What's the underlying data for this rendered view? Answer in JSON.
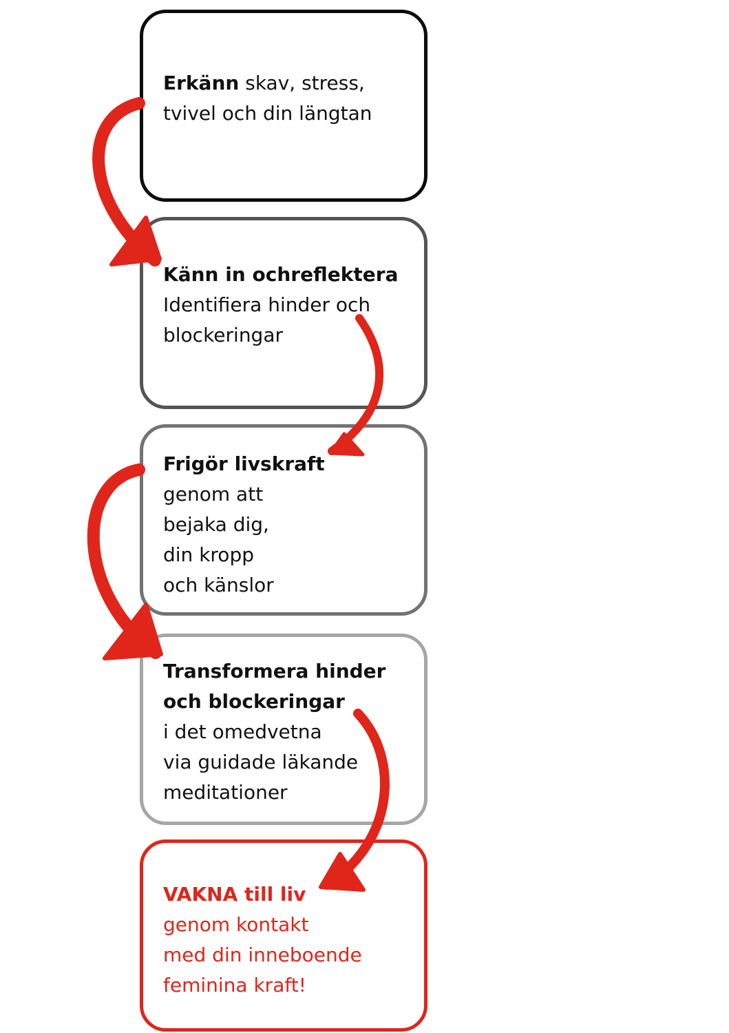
{
  "colors": {
    "accent": "#e0251b",
    "text": "#111111",
    "box_borders": [
      "#0d0d0d",
      "#545454",
      "#737373",
      "#a6a6a6",
      "#e0251b"
    ]
  },
  "steps": [
    {
      "title": "Erkänn",
      "title_suffix": " skav, stress,",
      "lines": [
        "tvivel och din längtan"
      ]
    },
    {
      "title": "Känn in ochreflektera",
      "lines": [
        "Identifiera hinder och",
        "blockeringar"
      ]
    },
    {
      "title": "Frigör livskraft",
      "lines": [
        "genom att",
        "bejaka dig,",
        "din kropp",
        "och känslor"
      ]
    },
    {
      "title_lines": [
        "Transformera hinder",
        "och blockeringar"
      ],
      "lines": [
        "i det omedvetna",
        "via guidade läkande",
        "meditationer"
      ]
    },
    {
      "title": "VAKNA till liv",
      "lines": [
        "genom kontakt",
        "med din inneboende",
        "feminina kraft!"
      ]
    }
  ],
  "arrows": [
    {
      "from": "step-1",
      "to": "step-2",
      "side": "left",
      "icon": "curved-arrow-icon"
    },
    {
      "from": "step-2",
      "to": "step-3",
      "side": "right",
      "icon": "curved-arrow-icon"
    },
    {
      "from": "step-3",
      "to": "step-4",
      "side": "left",
      "icon": "curved-arrow-icon"
    },
    {
      "from": "step-4",
      "to": "step-5",
      "side": "right",
      "icon": "curved-arrow-icon"
    }
  ]
}
